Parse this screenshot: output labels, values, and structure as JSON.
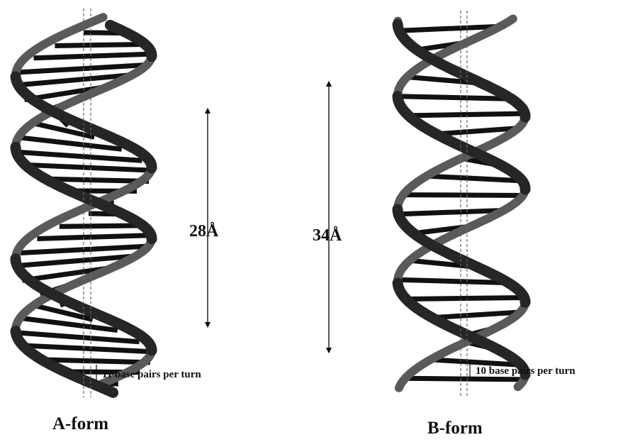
{
  "helix_a": {
    "name": "A-form",
    "rise_label": "28Å",
    "turn_label": "11 base pairs per turn"
  },
  "helix_b": {
    "name": "B-form",
    "rise_label": "34Å",
    "turn_label": "10 base pairs per turn"
  },
  "colors": {
    "ink": "#111111",
    "strand": "#262626",
    "strand_back": "#5a5a5a",
    "axis": "#555555"
  }
}
